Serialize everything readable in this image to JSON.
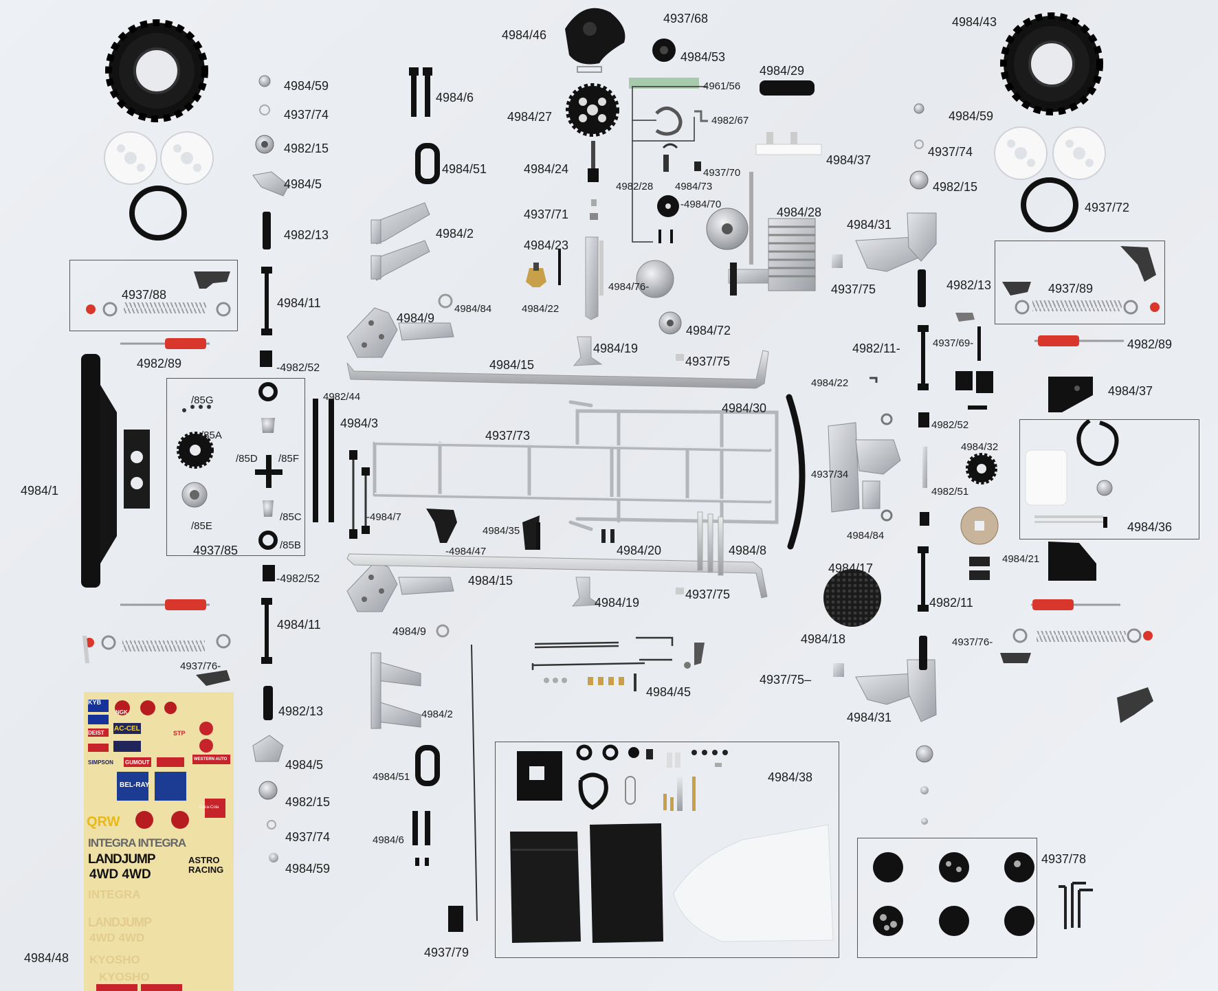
{
  "labels": {
    "l4984_46": "4984/46",
    "l4937_68": "4937/68",
    "l4984_43": "4984/43",
    "l4984_53": "4984/53",
    "l4984_29": "4984/29",
    "l4961_56": "4961/56",
    "l4984_59a": "4984/59",
    "l4984_6a": "4984/6",
    "l4984_27": "4984/27",
    "l4982_67": "4982/67",
    "l4984_59b": "4984/59",
    "l4937_74a": "4937/74",
    "l4982_15a": "4982/15",
    "l4984_51a": "4984/51",
    "l4984_24": "4984/24",
    "l4937_70": "4937/70",
    "l4984_37a": "4984/37",
    "l4937_74b": "4937/74",
    "l4984_5a": "4984/5",
    "l4982_28": "4982/28",
    "l4984_73": "4984/73",
    "l4982_15b": "4982/15",
    "l4984_70": "-4984/70",
    "l4937_72": "4937/72",
    "l4937_71": "4937/71",
    "l4984_28": "4984/28",
    "l4982_13a": "4982/13",
    "l4984_2a": "4984/2",
    "l4984_31a": "4984/31",
    "l4984_23": "4984/23",
    "l4937_88": "4937/88",
    "l4937_89": "4937/89",
    "l4984_76": "4984/76-",
    "l4982_13b": "4982/13",
    "l4937_75a": "4937/75",
    "l4984_11a": "4984/11",
    "l4984_84a": "4984/84",
    "l4984_22a": "4984/22",
    "l4984_9a": "4984/9",
    "l4984_72": "4984/72",
    "l4937_69": "4937/69-",
    "l4982_89a": "4982/89",
    "l4982_11a": "4982/11-",
    "l4984_19a": "4984/19",
    "l4982_89b": "4982/89",
    "l4982_52a": "-4982/52",
    "l4984_15a": "4984/15",
    "l4937_75b": "4937/75",
    "l4984_22b": "4984/22",
    "l4984_37b": "4984/37",
    "l4982_44": "4982/44",
    "l85G": "/85G",
    "l4984_30": "4984/30",
    "l4984_3": "4984/3",
    "l4937_73": "4937/73",
    "l4982_52b": "4982/52",
    "l4984_32": "4984/32",
    "l85A": "/85A",
    "l85D": "/85D",
    "l85F": "/85F",
    "l4937_34": "4937/34",
    "l4984_1": "4984/1",
    "l4982_51": "4982/51",
    "l85C": "/85C",
    "l4984_7": "-4984/7",
    "l85E": "/85E",
    "l4984_35": "4984/35",
    "l4984_84b": "4984/84",
    "l4984_36": "4984/36",
    "l85B": "/85B",
    "l4937_85": "4937/85",
    "l4984_20": "4984/20",
    "l4984_8": "4984/8",
    "l4984_47": "-4984/47",
    "l4984_21": "4984/21",
    "l4984_17": "4984/17",
    "l4982_52c": "-4982/52",
    "l4984_15b": "4984/15",
    "l4937_75c": "4937/75",
    "l4984_19b": "4984/19",
    "l4982_11b": "4982/11",
    "l4984_11b": "4984/11",
    "l4984_18": "4984/18",
    "l4984_9b": "4984/9",
    "l4937_76a": "4937/76-",
    "l4937_76b": "4937/76-",
    "l4984_45": "4984/45",
    "l4937_75d": "4937/75–",
    "l4982_13c": "4982/13",
    "l4984_2b": "4984/2",
    "l4984_31b": "4984/31",
    "l4984_5b": "4984/5",
    "l4984_38": "4984/38",
    "l4984_51b": "4984/51",
    "l4982_15c": "4982/15",
    "l4984_6b": "4984/6",
    "l4937_74c": "4937/74",
    "l4937_78": "4937/78",
    "l4984_59c": "4984/59",
    "l4984_48": "4984/48",
    "l4937_79": "4937/79"
  },
  "decal_sheet": {
    "logos": [
      "KYB",
      "NGK",
      "DEIST",
      "AC-CEL",
      "STP",
      "SIMPSON",
      "GUMOUT",
      "WESTERN AUTO",
      "BEL-RAY",
      "QRW",
      "Coca-Cola"
    ],
    "big_text": [
      "INTEGRA INTEGRA",
      "LANDJUMP",
      "4WD 4WD",
      "ASTRO RACING",
      "INTEGRA",
      "LANDJUMP",
      "4WD 4WD",
      "KYOSHO",
      "KYOSHO"
    ]
  },
  "colors": {
    "background": "#eceff3",
    "metal": "#b9bcc1",
    "dark": "#1a1a1a",
    "white_plastic": "#f7f7f7",
    "spring_red": "#d9372b",
    "decal_yellow": "#efe0a6",
    "sponge": "#a7c9ac",
    "brass": "#c9a04a"
  },
  "icons": [
    "tire",
    "wheel",
    "spring-shock",
    "gear",
    "chassis-frame",
    "bumper",
    "motor",
    "screw-bag",
    "hex-wrench"
  ]
}
